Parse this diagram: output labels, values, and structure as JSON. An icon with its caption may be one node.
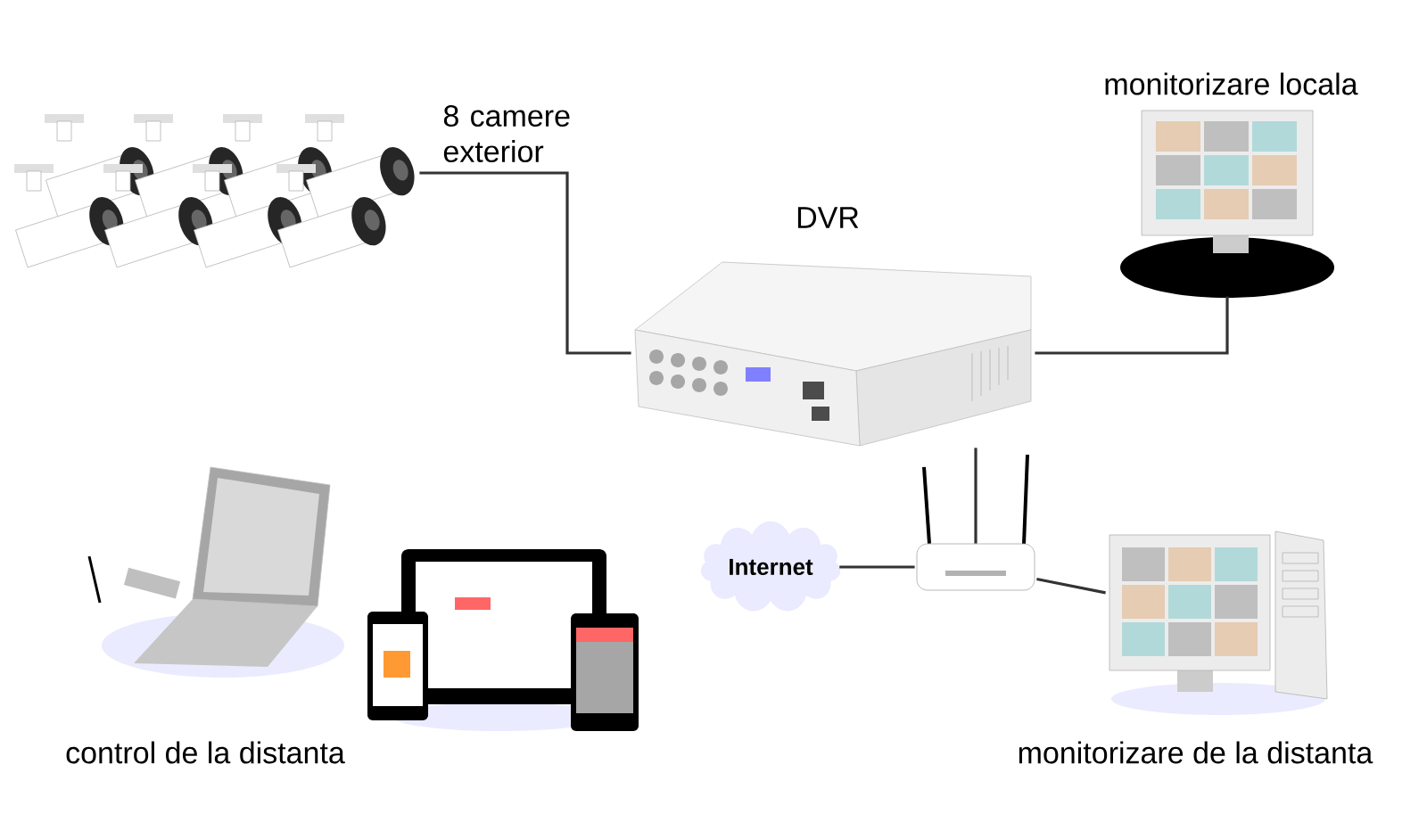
{
  "diagram": {
    "nodes": [
      {
        "text": [],
        "shape": "picture",
        "beside": [
          "8 camere exterior"
        ]
      },
      {
        "text": [],
        "shape": "picture",
        "beside": [
          "DVR"
        ]
      },
      {
        "text": [],
        "shape": "picture",
        "beside": [
          "monitorizare locala"
        ]
      },
      {
        "text": [],
        "shape": "picture"
      },
      {
        "text": [
          "Internet"
        ]
      },
      {
        "text": [],
        "shape": "picture",
        "beside": [
          "monitorizare de la distanta"
        ]
      },
      {
        "text": [],
        "shape": "picture",
        "beside": [
          "control de la distanta"
        ]
      }
    ],
    "edges": [
      {
        "from": 0,
        "to": 1,
        "arrow": "none"
      },
      {
        "from": 1,
        "to": 2,
        "arrow": "none"
      },
      {
        "from": 1,
        "to": 3,
        "arrow": "none"
      },
      {
        "from": 4,
        "to": 3,
        "arrow": "none"
      },
      {
        "from": 3,
        "to": 5,
        "arrow": "none"
      }
    ]
  }
}
